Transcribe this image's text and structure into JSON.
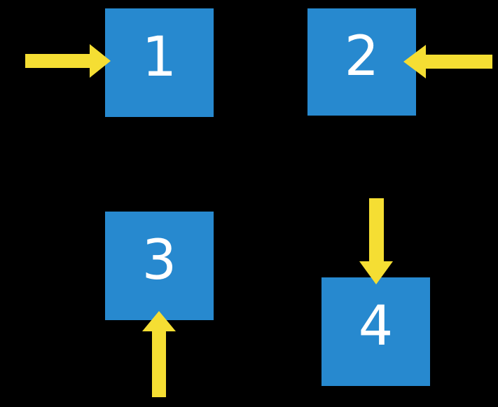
{
  "canvas": {
    "background": "#000000"
  },
  "colors": {
    "box_fill": "#2789cf",
    "arrow_fill": "#f5de33",
    "label_color": "#ffffff"
  },
  "boxes": [
    {
      "label": "1",
      "arrow_direction": "right"
    },
    {
      "label": "2",
      "arrow_direction": "left"
    },
    {
      "label": "3",
      "arrow_direction": "up"
    },
    {
      "label": "4",
      "arrow_direction": "down"
    }
  ]
}
